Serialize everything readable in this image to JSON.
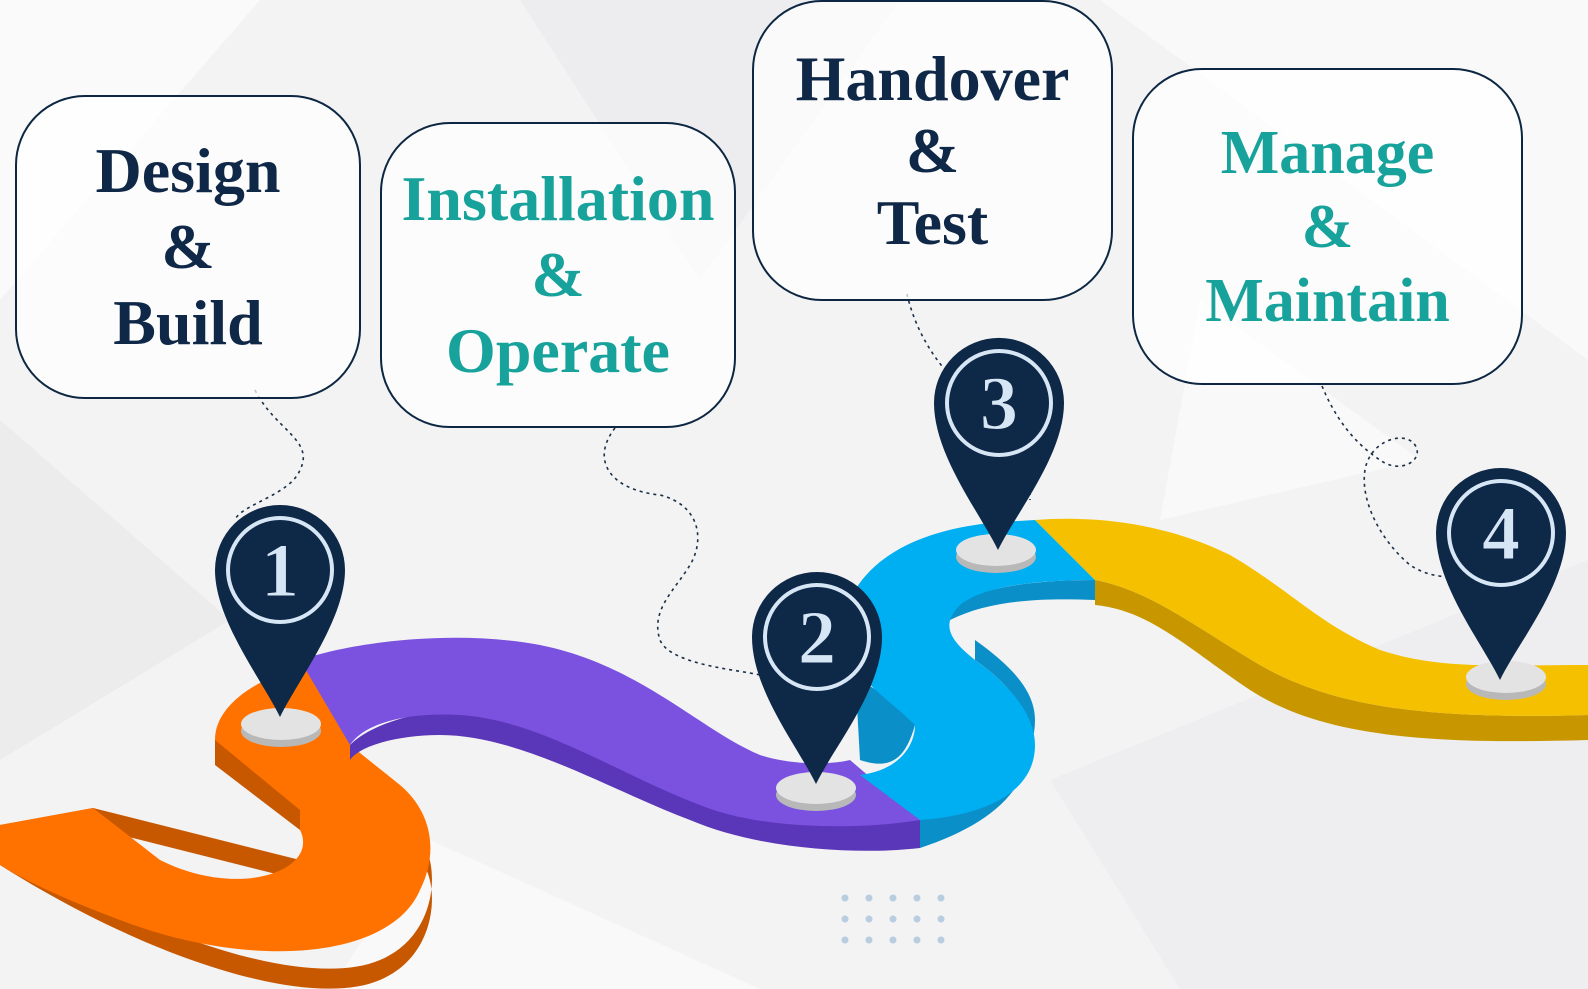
{
  "steps": [
    {
      "number": "1",
      "lines": [
        "Design",
        "&",
        "Build"
      ],
      "color": "#ff7200"
    },
    {
      "number": "2",
      "lines": [
        "Installation",
        "&",
        "Operate"
      ],
      "color": "#7b52e0"
    },
    {
      "number": "3",
      "lines": [
        "Handover",
        "&",
        "Test"
      ],
      "color": "#00aef2"
    },
    {
      "number": "4",
      "lines": [
        "Manage",
        "&",
        "Maintain"
      ],
      "color": "#f5c000"
    }
  ],
  "colors": {
    "pin": "#0e2848",
    "pin_ring": "#d7e6f5",
    "text_dark": "#0f2847",
    "text_teal": "#17a29b",
    "background": "#f3f3f4"
  }
}
